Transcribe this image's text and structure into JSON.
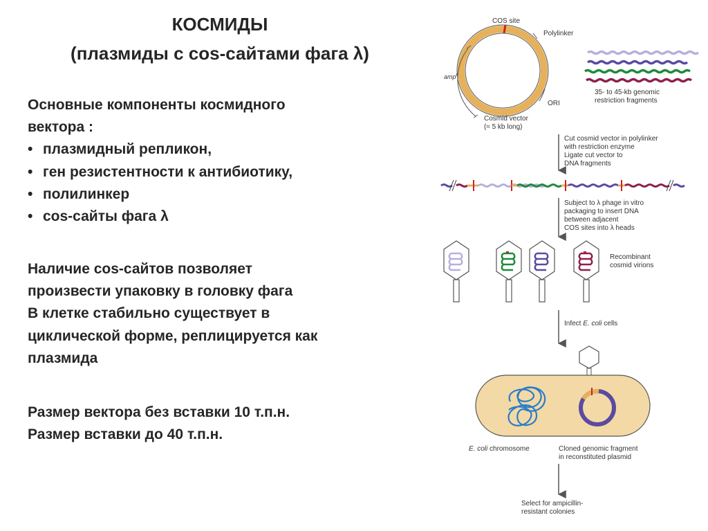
{
  "slide": {
    "title": "КОСМИДЫ",
    "subtitle": "(плазмиды с cos-сайтами фага λ)",
    "components_heading_l1": "Основные компоненты космидного",
    "components_heading_l2": "вектора :",
    "components": [
      "плазмидный репликон,",
      "ген резистентности к антибиотику,",
      "полилинкер",
      "cos-сайты  фага λ"
    ],
    "paragraph_lines": [
      "Наличие cos-сайтов позволяет",
      "произвести упаковку в головку фага",
      "В клетке стабильно существует в",
      "циклической форме, реплицируется как",
      "плазмида"
    ],
    "size_lines": [
      "Размер вектора без вставки 10 т.п.н.",
      "Размер вставки до 40 т.п.н."
    ]
  },
  "diagram": {
    "labels": {
      "cos_site": "COS site",
      "polylinker": "Polylinker",
      "amp": "amp",
      "amp_sup": "r",
      "ori": "ORI",
      "vector_l1": "Cosmid vector",
      "vector_l2": "(≈ 5 kb long)",
      "fragments_l1": "35- to 45-kb genomic",
      "fragments_l2": "restriction fragments",
      "ecoli_pre": "E. coli",
      "ecoli_post": " chromosome",
      "cloned_l1": "Cloned genomic fragment",
      "cloned_l2": "in reconstituted plasmid",
      "virions_l1": "Recombinant",
      "virions_l2": "cosmid virions"
    },
    "steps": {
      "step1": [
        "Cut cosmid vector in polylinker",
        "with restriction enzyme",
        "Ligate cut vector to",
        "DNA fragments"
      ],
      "step2": [
        "Subject to λ phage in vitro",
        "packaging to insert DNA",
        "between adjacent",
        "COS sites into λ heads"
      ],
      "step3_pre": "Infect ",
      "step3_italic": "E. coli",
      "step3_post": " cells",
      "step4": [
        "Select for ampicillin-",
        "resistant colonies"
      ]
    },
    "colors": {
      "vector": "#e6b15a",
      "cos": "#cc2222",
      "lavender": "#b7b0dc",
      "green": "#1f8a3a",
      "purple": "#5b4aa0",
      "maroon": "#8e1f4c",
      "cell": "#f3d9a6",
      "blue": "#2a7dc8"
    }
  }
}
